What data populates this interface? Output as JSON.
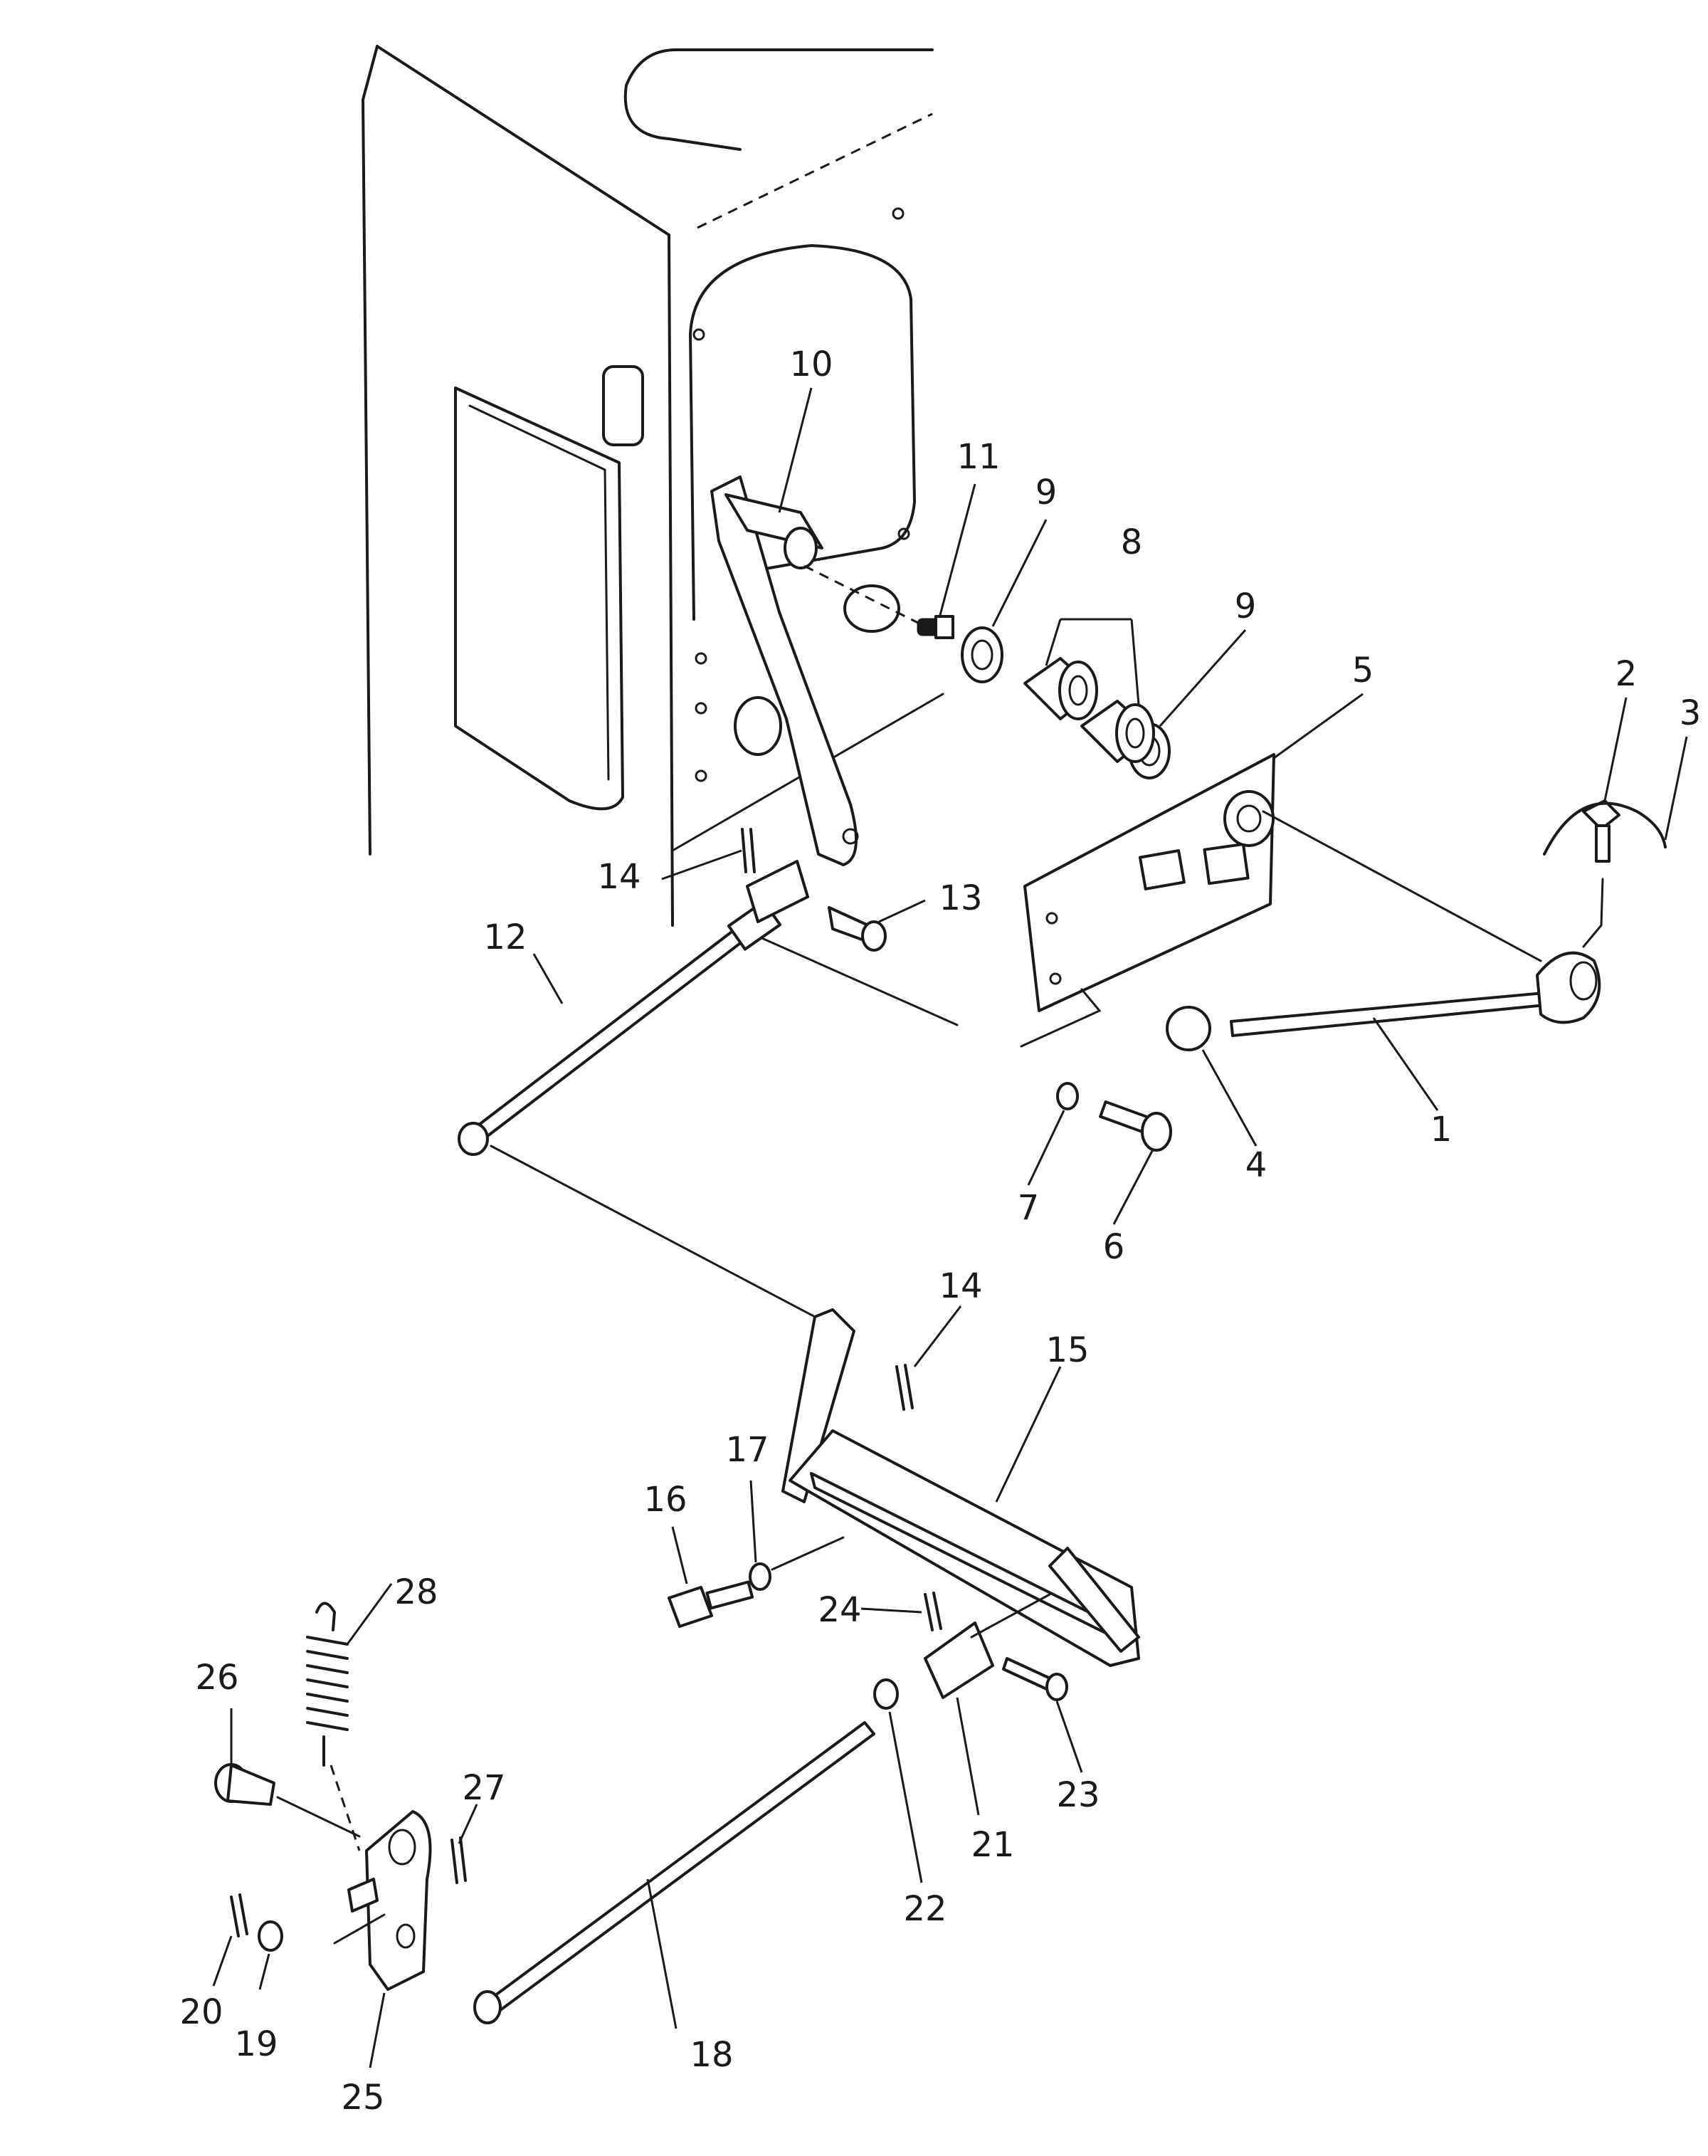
{
  "colors": {
    "ink": "#1a1a1a",
    "paper": "#ffffff"
  },
  "callouts": {
    "c1": "1",
    "c2": "2",
    "c3": "3",
    "c4": "4",
    "c5": "5",
    "c6": "6",
    "c7": "7",
    "c8": "8",
    "c9a": "9",
    "c9b": "9",
    "c10": "10",
    "c11": "11",
    "c12": "12",
    "c13": "13",
    "c14a": "14",
    "c14b": "14",
    "c15": "15",
    "c16": "16",
    "c17": "17",
    "c18": "18",
    "c19": "19",
    "c20": "20",
    "c21": "21",
    "c22": "22",
    "c23": "23",
    "c24": "24",
    "c25": "25",
    "c26": "26",
    "c27": "27",
    "c28": "28"
  }
}
